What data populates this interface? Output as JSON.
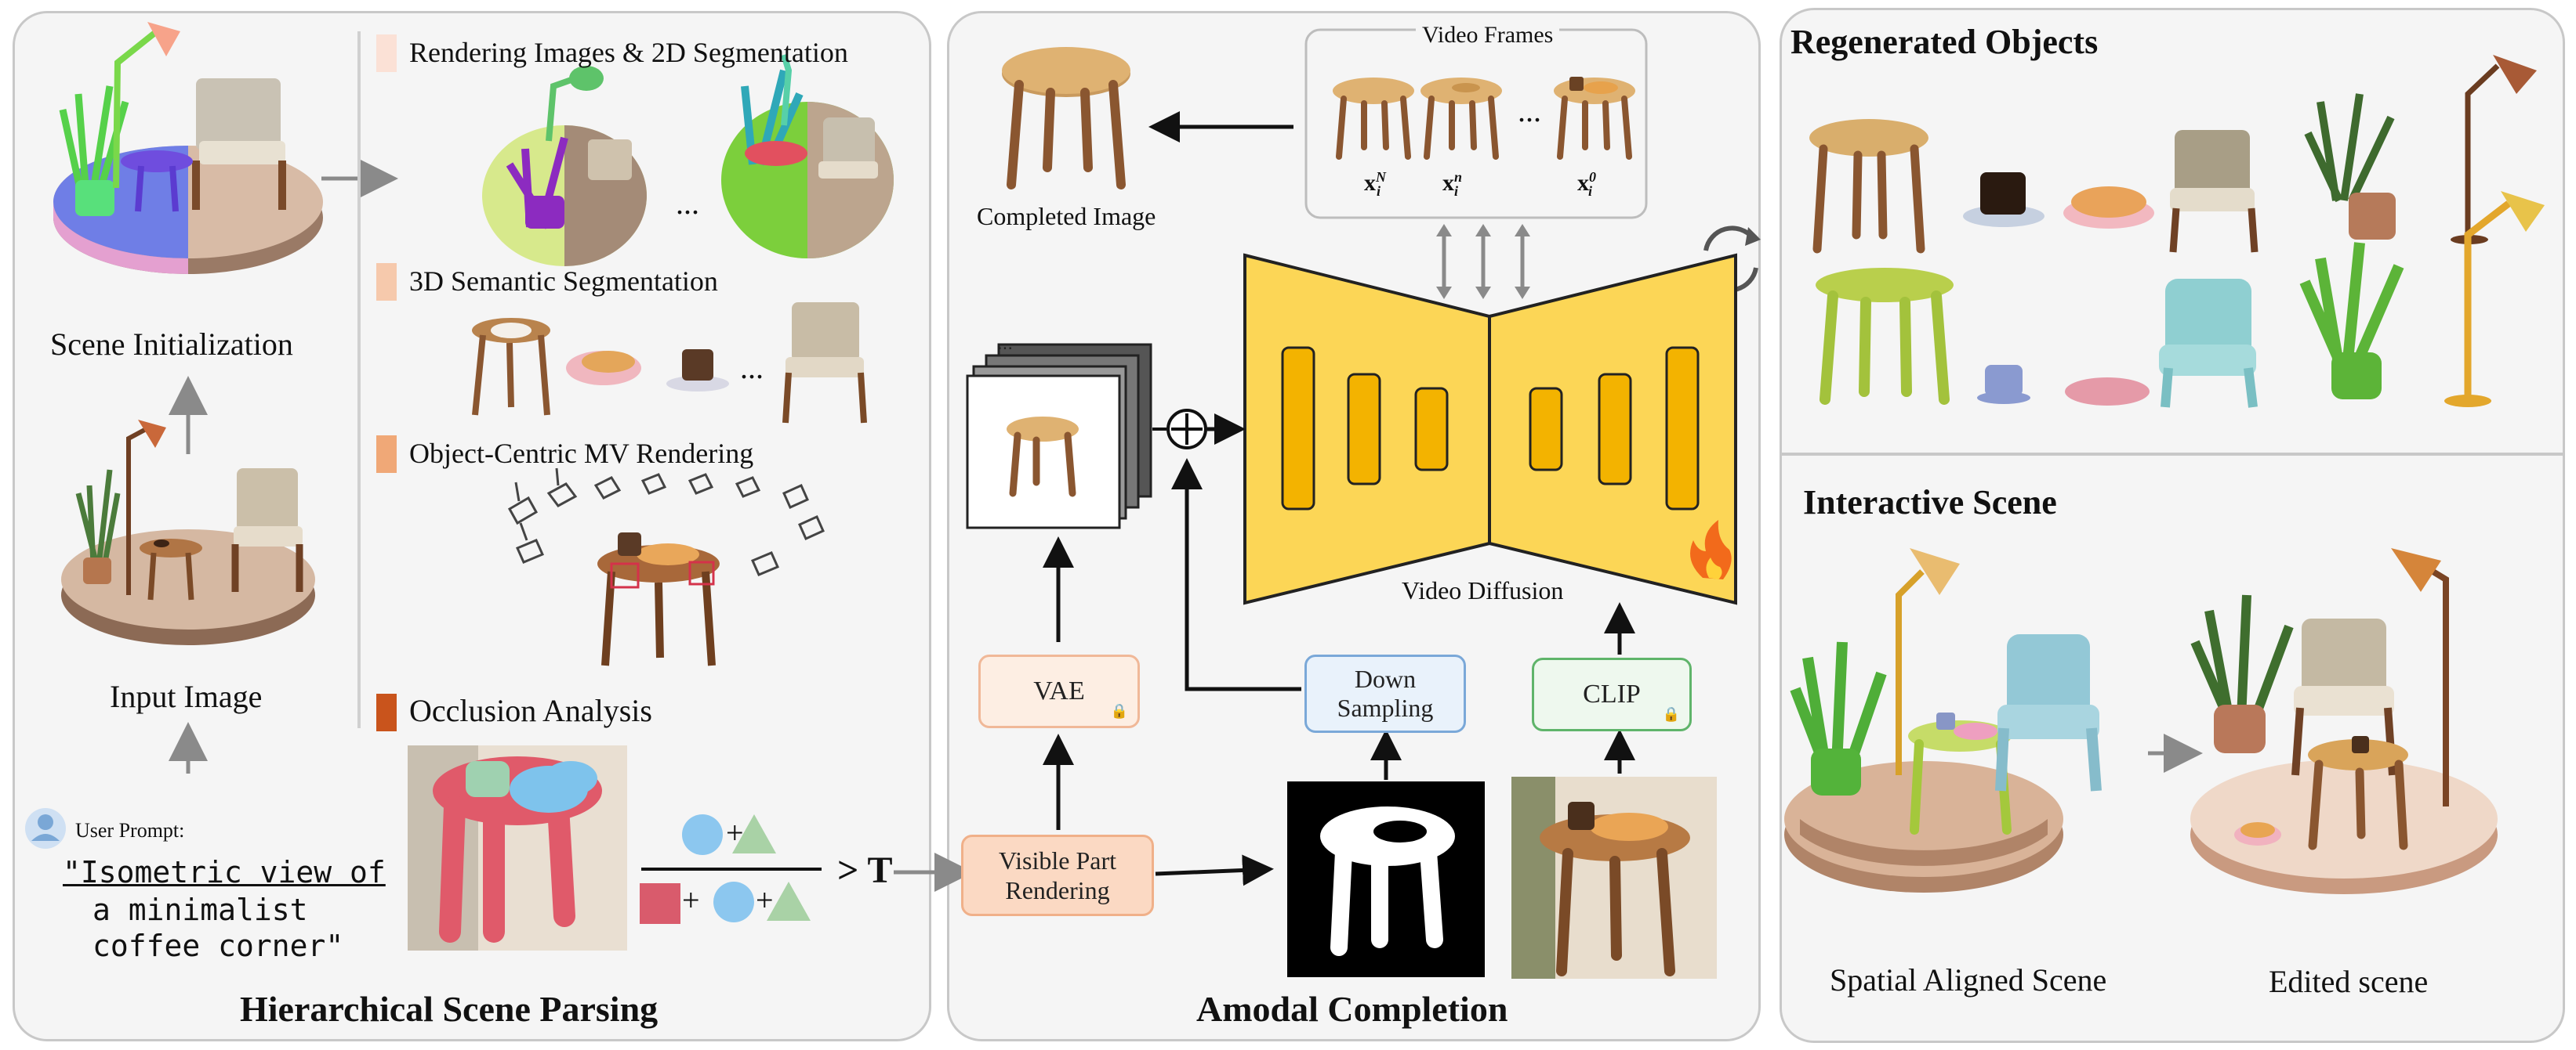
{
  "parsing": {
    "title": "Hierarchical Scene Parsing",
    "scene_init": "Scene Initialization",
    "input_image": "Input Image",
    "user_prompt_label": "User Prompt:",
    "prompt_line1": "\"Isometric view of",
    "prompt_line2": "a minimalist",
    "prompt_line3": "coffee corner\"",
    "steps": [
      {
        "label": "Rendering Images & 2D Segmentation",
        "color": "#fbe1d6"
      },
      {
        "label": "3D Semantic Segmentation",
        "color": "#f6c9ac"
      },
      {
        "label": "Object-Centric MV Rendering",
        "color": "#f0a877"
      },
      {
        "label": "Occlusion Analysis",
        "color": "#c9541c"
      }
    ],
    "ellipsis": "...",
    "plus": "+",
    "threshold": "> T"
  },
  "amodal": {
    "title": "Amodal Completion",
    "video_frames": "Video Frames",
    "frame_labels": [
      "x",
      "x",
      "x"
    ],
    "frame_sup": [
      "N",
      "n",
      "0"
    ],
    "frame_sub": [
      "i",
      "i",
      "i"
    ],
    "dots": "...",
    "completed_image": "Completed Image",
    "video_diffusion": "Video Diffusion",
    "vae": "VAE",
    "down_sampling_1": "Down",
    "down_sampling_2": "Sampling",
    "clip": "CLIP",
    "visible_1": "Visible Part",
    "visible_2": "Rendering"
  },
  "results": {
    "regenerated": "Regenerated Objects",
    "interactive": "Interactive Scene",
    "spatial": "Spatial Aligned Scene",
    "edited": "Edited scene"
  },
  "colors": {
    "yellow": "#fcd656",
    "yellow_dark": "#f3b300",
    "wood": "#a0602e",
    "vae_bg": "#fdeee3",
    "vae_border": "#f0b898",
    "down_bg": "#e9f2fb",
    "down_border": "#7aa8d8",
    "clip_bg": "#eef8ee",
    "clip_border": "#5fb46a",
    "visible_bg": "#fbd9c3",
    "visible_border": "#f0b089"
  }
}
